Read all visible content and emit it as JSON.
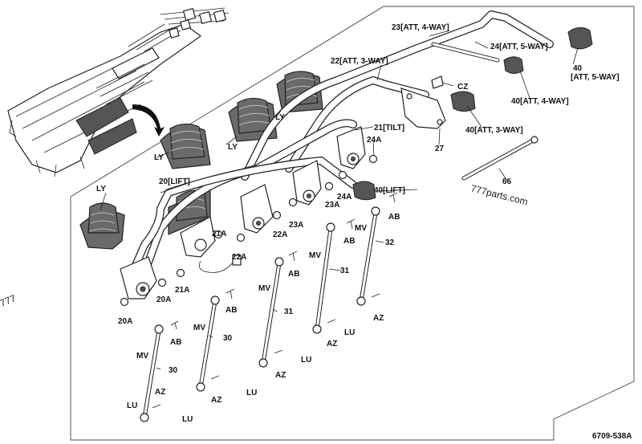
{
  "diagram_code": "6709-538A",
  "watermark_main": "777parts.com",
  "watermark_edge": "777",
  "labels": {
    "att_4way_23": "23[ATT, 4-WAY]",
    "att_5way_24": "24[ATT, 5-WAY]",
    "att_5way_40_num": "40",
    "att_5way_40_txt": "[ATT, 5-WAY]",
    "att_3way_22": "22[ATT, 3-WAY]",
    "cz": "CZ",
    "att_4way_40": "40[ATT, 4-WAY]",
    "att_3way_40": "40[ATT, 3-WAY]",
    "tilt_21": "21[TILT]",
    "n27": "27",
    "n24a_1": "24A",
    "n24a_2": "24A",
    "ly_1": "LY",
    "ly_2": "LY",
    "ly_3": "LY",
    "ly_4": "LY",
    "lift_20": "20[LIFT]",
    "lift_40": "40[LIFT]",
    "n66": "66",
    "n23a_1": "23A",
    "n23a_2": "23A",
    "ab_1": "AB",
    "ab_2": "AB",
    "ab_3": "AB",
    "ab_4": "AB",
    "ab_5": "AB",
    "mv_1": "MV",
    "mv_2": "MV",
    "mv_3": "MV",
    "mv_4": "MV",
    "mv_5": "MV",
    "n21a_1": "21A",
    "n21a_2": "21A",
    "n22a_1": "22A",
    "n22a_2": "22A",
    "n20a_1": "20A",
    "n20a_2": "20A",
    "n31_1": "31",
    "n31_2": "31",
    "n32": "32",
    "n30_1": "30",
    "n30_2": "30",
    "az_1": "AZ",
    "az_2": "AZ",
    "az_3": "AZ",
    "az_4": "AZ",
    "lu_1": "LU",
    "lu_2": "LU",
    "lu_3": "LU",
    "lu_4": "LU",
    "lu_5": "LU"
  }
}
